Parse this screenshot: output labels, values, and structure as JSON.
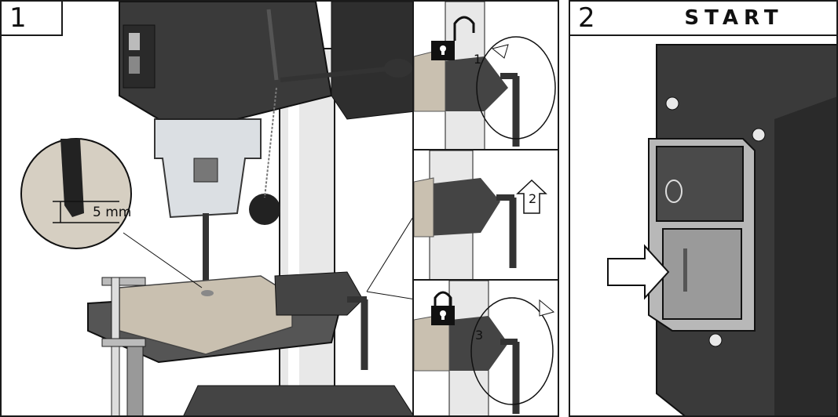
{
  "panel1": {
    "number": "1",
    "measurement": "5 mm"
  },
  "steps": {
    "unlock": "1",
    "raise": "2",
    "lock": "3"
  },
  "panel2": {
    "number": "2",
    "title": "START"
  },
  "colors": {
    "outline": "#1a1a1a",
    "machine_dark": "#3a3a3a",
    "wood": "#c9c0b0",
    "column": "#e6e6e6",
    "switch_green": "#4a4a4a",
    "switch_red": "#9a9a9a"
  }
}
